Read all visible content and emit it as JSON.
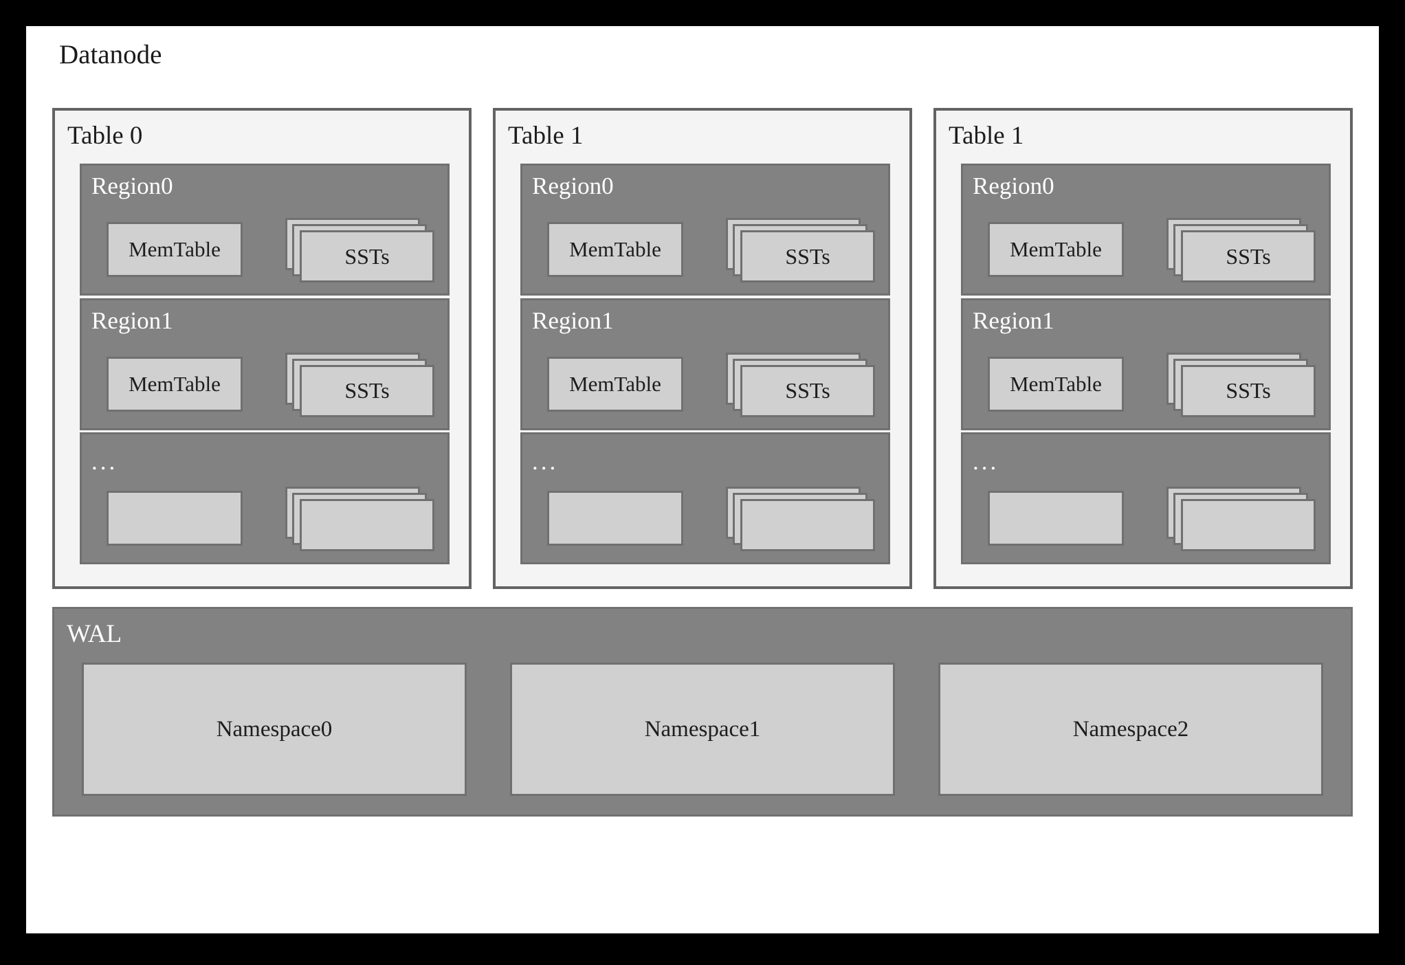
{
  "diagram": {
    "title": "Datanode",
    "colors": {
      "frame": "#000000",
      "canvas": "#ffffff",
      "table_panel_fill": "#f4f4f4",
      "table_panel_border": "#636363",
      "region_fill": "#828282",
      "region_border": "#707070",
      "leaf_fill": "#d0d0d0",
      "leaf_border": "#707070",
      "dark_text": "#1d1d1d",
      "light_text": "#ffffff"
    }
  },
  "tables": [
    {
      "label": "Table 0",
      "regions": [
        {
          "label": "Region0",
          "memtable": "MemTable",
          "ssts": "SSTs"
        },
        {
          "label": "Region1",
          "memtable": "MemTable",
          "ssts": "SSTs"
        },
        {
          "label": "...",
          "memtable": "",
          "ssts": ""
        }
      ]
    },
    {
      "label": "Table 1",
      "regions": [
        {
          "label": "Region0",
          "memtable": "MemTable",
          "ssts": "SSTs"
        },
        {
          "label": "Region1",
          "memtable": "MemTable",
          "ssts": "SSTs"
        },
        {
          "label": "...",
          "memtable": "",
          "ssts": ""
        }
      ]
    },
    {
      "label": "Table 1",
      "regions": [
        {
          "label": "Region0",
          "memtable": "MemTable",
          "ssts": "SSTs"
        },
        {
          "label": "Region1",
          "memtable": "MemTable",
          "ssts": "SSTs"
        },
        {
          "label": "...",
          "memtable": "",
          "ssts": ""
        }
      ]
    }
  ],
  "wal": {
    "label": "WAL",
    "namespaces": [
      "Namespace0",
      "Namespace1",
      "Namespace2"
    ]
  }
}
